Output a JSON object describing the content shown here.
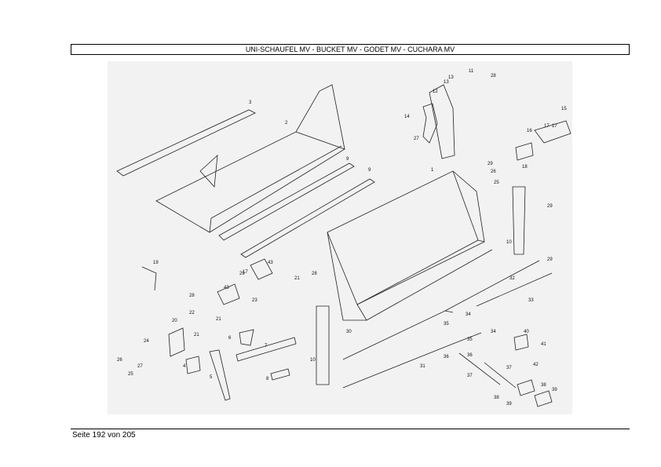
{
  "header": {
    "title": "UNI-SCHAUFEL MV - BUCKET MV - GODET MV - CUCHARA MV"
  },
  "drawing": {
    "callouts": [
      "1",
      "2",
      "3",
      "4",
      "5",
      "6",
      "7",
      "8",
      "9",
      "9",
      "10",
      "10",
      "11",
      "12",
      "13",
      "13",
      "14",
      "15",
      "16",
      "17",
      "17",
      "17",
      "18",
      "19",
      "20",
      "21",
      "21",
      "21",
      "22",
      "23",
      "24",
      "25",
      "25",
      "26",
      "26",
      "27",
      "27",
      "28",
      "28",
      "28",
      "29",
      "29",
      "29",
      "29",
      "30",
      "31",
      "32",
      "33",
      "34",
      "34",
      "35",
      "35",
      "36",
      "36",
      "37",
      "37",
      "38",
      "38",
      "39",
      "39",
      "40",
      "41",
      "42",
      "43",
      "43"
    ]
  },
  "footer": {
    "page_label": "Seite 192 von 205"
  }
}
